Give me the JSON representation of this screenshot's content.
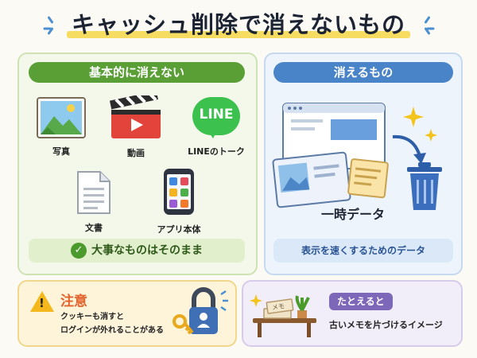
{
  "title": "キャッシュ削除で消えないもの",
  "left_panel": {
    "header": "基本的に消えない",
    "items": [
      {
        "label": "写真",
        "icon": "photo-icon"
      },
      {
        "label": "動画",
        "icon": "video-clapper-icon"
      },
      {
        "label": "LINEのトーク",
        "icon": "line-app-icon"
      },
      {
        "label": "文書",
        "icon": "document-icon"
      },
      {
        "label": "アプリ本体",
        "icon": "smartphone-apps-icon"
      }
    ],
    "line_logo_text": "LINE",
    "footer": "大事なものはそのまま"
  },
  "right_panel": {
    "header": "消えるもの",
    "temp_label": "一時データ",
    "footer": "表示を速くするためのデータ"
  },
  "warning": {
    "title": "注意",
    "line1": "クッキーも消すと",
    "line2": "ログインが外れることがある"
  },
  "example": {
    "badge": "たとえると",
    "text": "古いメモを片づけるイメージ",
    "memo_label": "メモ"
  },
  "colors": {
    "green": "#5a9e36",
    "blue": "#4a84c8",
    "warning_orange": "#e2622b",
    "purple": "#7d67b9",
    "highlight": "#f6dd62"
  }
}
